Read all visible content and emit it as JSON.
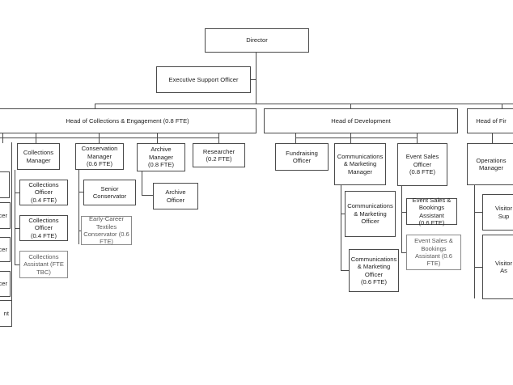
{
  "chart": {
    "director": "Director",
    "executive_support": "Executive Support Officer",
    "head_collections": "Head of Collections & Engagement (0.8 FTE)",
    "head_development": "Head of Development",
    "head_finance_partial": "Head of Fir",
    "collections": {
      "collections_manager": "Collections\nManager",
      "conservation_manager": "Conservation\nManager\n(0.6 FTE)",
      "archive_manager": "Archive\nManager\n(0.8 FTE)",
      "researcher": "Researcher\n(0.2 FTE)",
      "senior_conservator": "Senior\nConservator",
      "early_career_conservator": "Early-Career\nTextiles\nConservator (0.6\nFTE)",
      "archive_officer": "Archive\nOfficer",
      "collections_officer_1": "Collections Officer\n(0.4 FTE)",
      "collections_officer_2": "Collections Officer\n(0.4 FTE)",
      "collections_assistant": "Collections\nAssistant (FTE\nTBC)"
    },
    "left_partial": {
      "box1": "",
      "box2": "icer",
      "box3": "icer",
      "box4": "ficer",
      "box5": "nt"
    },
    "development": {
      "fundraising_officer": "Fundraising\nOfficer",
      "comms_marketing_manager": "Communications\n& Marketing\nManager",
      "event_sales_officer": "Event Sales\nOfficer\n(0.8 FTE)",
      "comms_marketing_officer": "Communications\n& Marketing\nOfficer",
      "comms_marketing_officer_pt": "Communications\n& Marketing\nOfficer\n(0.6 FTE)",
      "event_bookings_assistant_1": "Event Sales &\nBookings\nAssistant\n(0.6 FTE)",
      "event_bookings_assistant_2": "Event Sales &\nBookings\nAssistant (0.6\nFTE)"
    },
    "finance_partial": {
      "operations_manager": "Operations\nManager",
      "visitor_1": "Visitor\nSup",
      "visitor_2": "Visitor\nAs"
    }
  }
}
